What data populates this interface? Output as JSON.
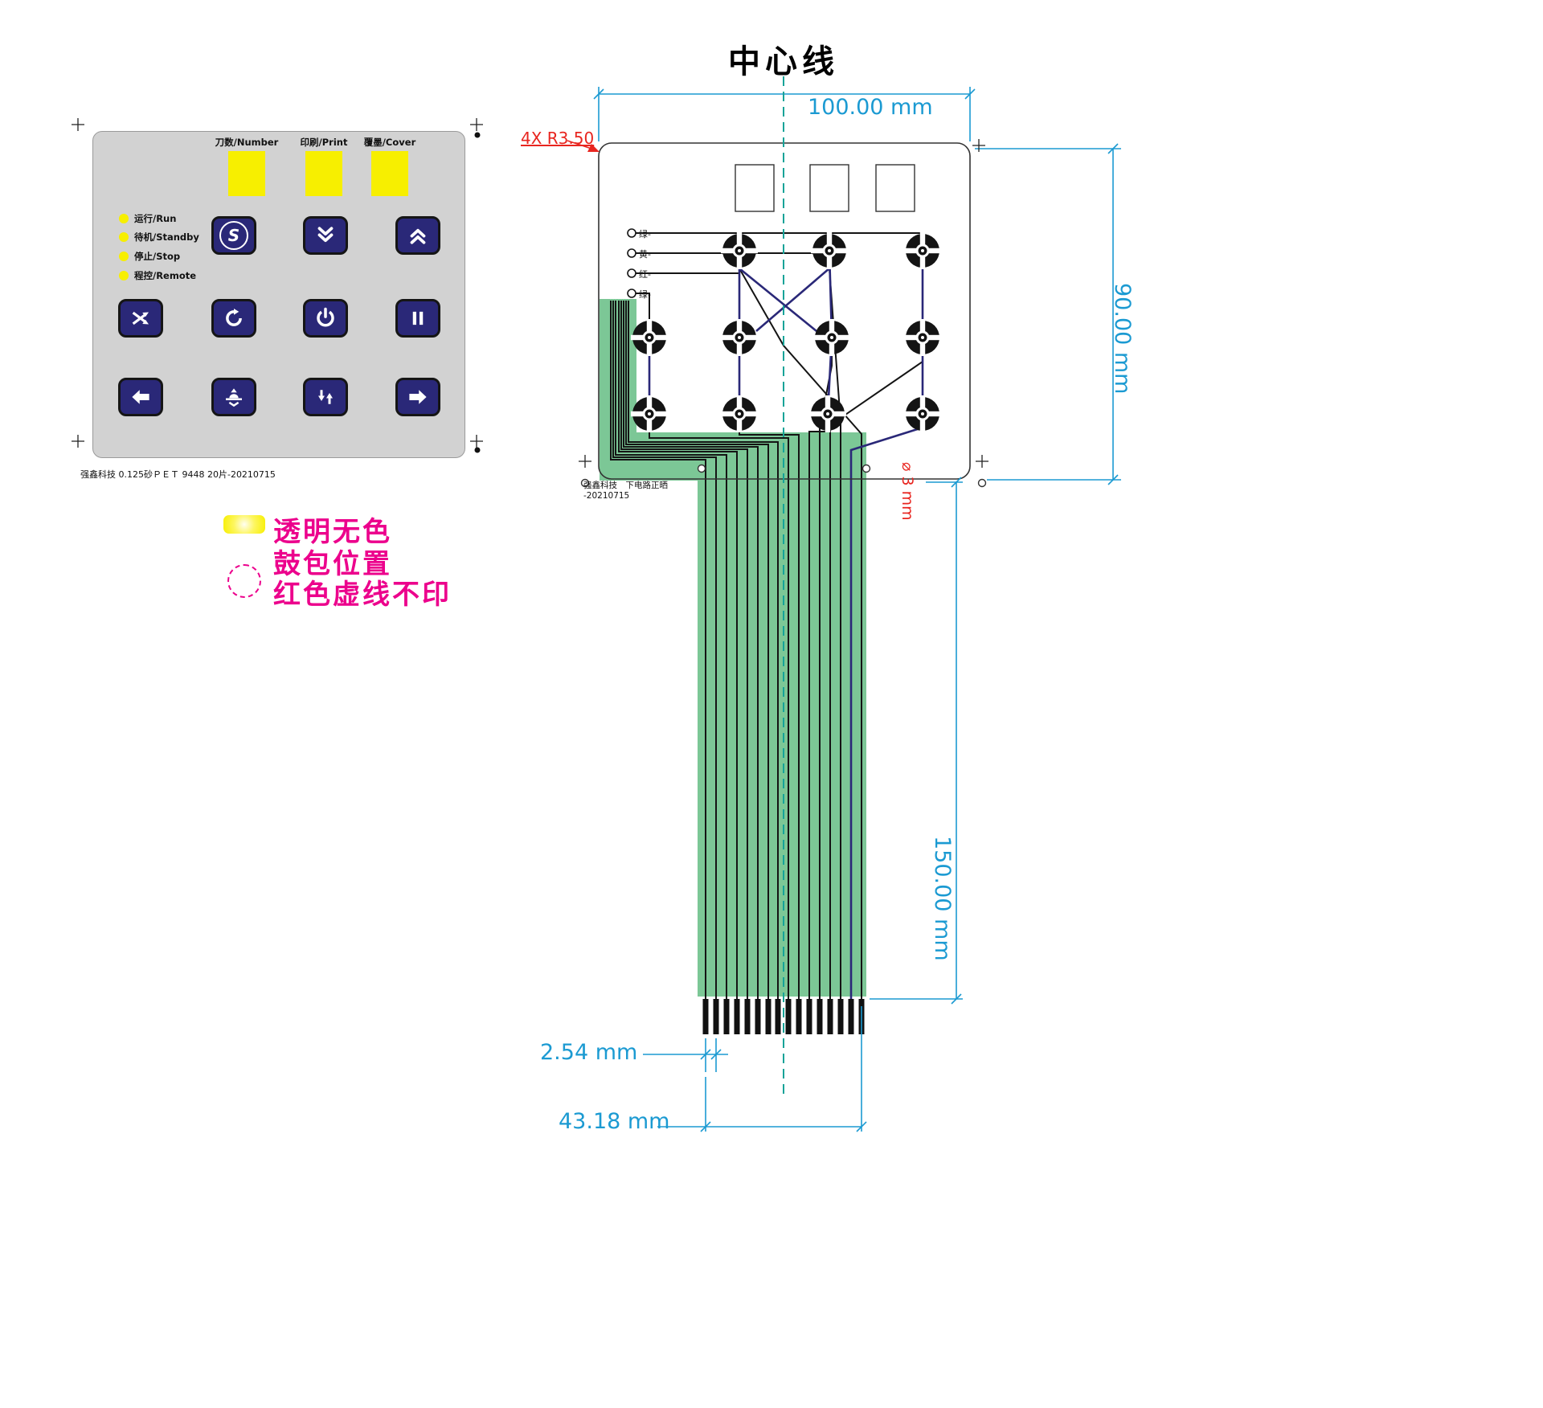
{
  "keypad": {
    "window_labels": [
      {
        "label": "刀数/Number"
      },
      {
        "label": "印刷/Print"
      },
      {
        "label": "覆墨/Cover"
      }
    ],
    "leds": [
      {
        "label": "运行/Run"
      },
      {
        "label": "待机/Standby"
      },
      {
        "label": "停止/Stop"
      },
      {
        "label": "程控/Remote"
      }
    ],
    "s_glyph": "S",
    "buttons": [
      {
        "icon": "s-circle"
      },
      {
        "icon": "chevron-double-down"
      },
      {
        "icon": "chevron-double-up"
      },
      {
        "icon": "shuffle"
      },
      {
        "icon": "rotate"
      },
      {
        "icon": "power"
      },
      {
        "icon": "pause"
      },
      {
        "icon": "arrow-left"
      },
      {
        "icon": "press-plate"
      },
      {
        "icon": "arrow-up-down"
      },
      {
        "icon": "arrow-right"
      }
    ],
    "footer": "强鑫科技  0.125砂ＰＥＴ  9448  20片-20210715"
  },
  "legend": {
    "line1": "透明无色",
    "line2": "鼓包位置",
    "line3": "红色虚线不印"
  },
  "circuit": {
    "title": "中心线",
    "radius_note": "4X R3.50",
    "dim_width": "100.00 mm",
    "dim_height": "90.00 mm",
    "dim_tail": "150.00 mm",
    "dim_pitch": "2.54 mm",
    "dim_connector": "43.18 mm",
    "dia_symbol": "⌀",
    "dia_note": "3 mm",
    "wire_labels": [
      {
        "label": "绿-"
      },
      {
        "label": "黄-"
      },
      {
        "label": "红-"
      },
      {
        "label": "绿-"
      }
    ],
    "footer_line1": "强鑫科技　下电路正晒",
    "footer_line2": "-20210715"
  },
  "colors": {
    "panel_gray": "#d2d2d2",
    "button_navy": "#2a2878",
    "window_yellow": "#f7ef00",
    "flex_green": "#7cc796",
    "dim_cyan": "#1b9ad2",
    "note_red": "#e8251f",
    "legend_magenta": "#ec008c",
    "trace_blue": "#2a2878",
    "trace_black": "#141414",
    "centerline_teal": "#17a398"
  }
}
